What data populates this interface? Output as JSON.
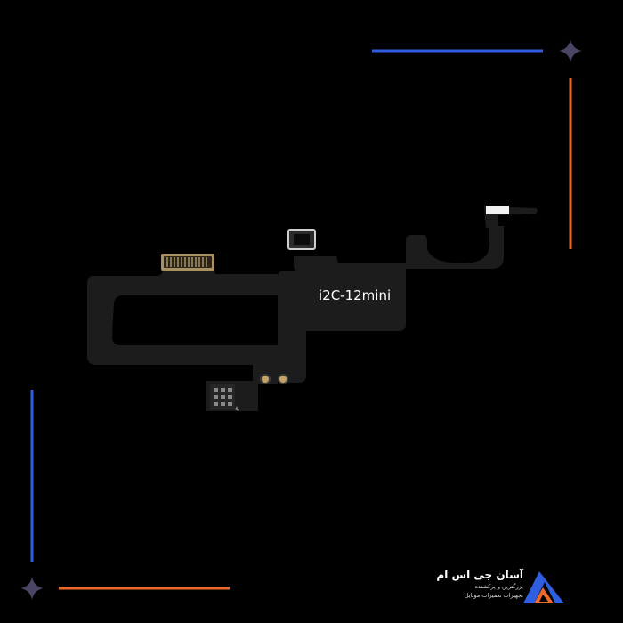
{
  "product": {
    "label": "i2C-12mini"
  },
  "brand": {
    "name": "آسان جی اس ام",
    "tagline_1": "بزرگترین و پرکشنده",
    "tagline_2": "تجهیزات تعمیرات موبایل",
    "logo_icon": "triangle-logo-icon"
  },
  "colors": {
    "background": "#000000",
    "flex_board": "#1c1c1c",
    "accent_blue": "#2f5fe0",
    "accent_orange": "#ee6a2c",
    "star": "#4a4565"
  }
}
